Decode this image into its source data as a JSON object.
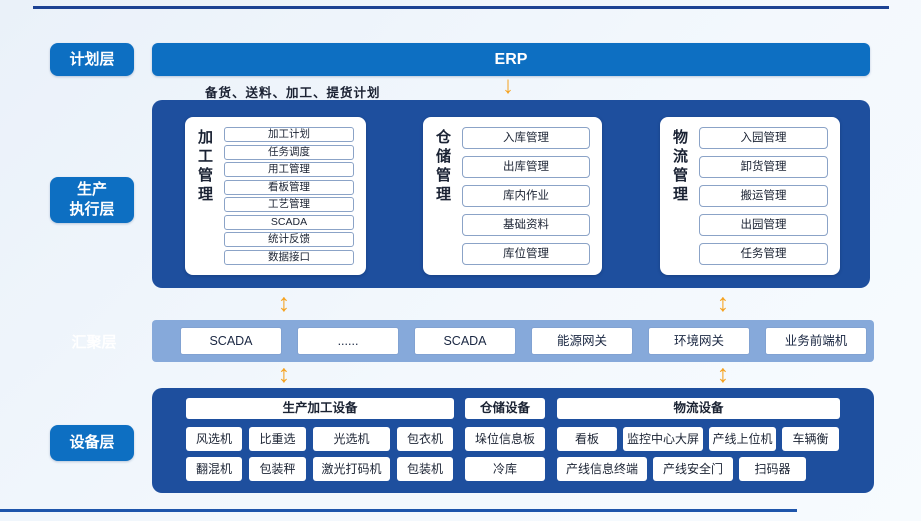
{
  "colors": {
    "primary_blue": "#0d6fc2",
    "dark_blue": "#1e4f9e",
    "strip_blue": "#86a9da",
    "accent_orange": "#f5a322",
    "top_line_navy": "#1c4293",
    "bottom_line_blue": "#1e55ab"
  },
  "icons": {
    "down_arrow": "↓",
    "updown_arrow": "↕"
  },
  "layers": {
    "planning": {
      "label": "计划层",
      "erp_label": "ERP",
      "note": "备货、送料、加工、提货计划"
    },
    "execution": {
      "label": "生产\n执行层",
      "cards": [
        {
          "title": "加工管理",
          "items": [
            "加工计划",
            "任务调度",
            "用工管理",
            "看板管理",
            "工艺管理",
            "SCADA",
            "统计反馈",
            "数据接口"
          ]
        },
        {
          "title": "仓储管理",
          "items": [
            "入库管理",
            "出库管理",
            "库内作业",
            "基础资料",
            "库位管理"
          ]
        },
        {
          "title": "物流管理",
          "items": [
            "入园管理",
            "卸货管理",
            "搬运管理",
            "出园管理",
            "任务管理"
          ]
        }
      ]
    },
    "aggregation": {
      "label": "汇聚层",
      "nodes": [
        "SCADA",
        "......",
        "SCADA",
        "能源网关",
        "环境网关",
        "业务前端机"
      ]
    },
    "device": {
      "label": "设备层",
      "groups": [
        {
          "header": "生产加工设备",
          "rows": [
            [
              "风选机",
              "比重选",
              "光选机",
              "包衣机"
            ],
            [
              "翻混机",
              "包装秤",
              "激光打码机",
              "包装机"
            ]
          ]
        },
        {
          "header": "仓储设备",
          "rows": [
            [
              "垛位信息板"
            ],
            [
              "冷库"
            ]
          ]
        },
        {
          "header": "物流设备",
          "rows": [
            [
              "看板",
              "监控中心大屏",
              "产线上位机",
              "车辆衡"
            ],
            [
              "产线信息终端",
              "产线安全门",
              "扫码器"
            ]
          ]
        }
      ]
    }
  }
}
